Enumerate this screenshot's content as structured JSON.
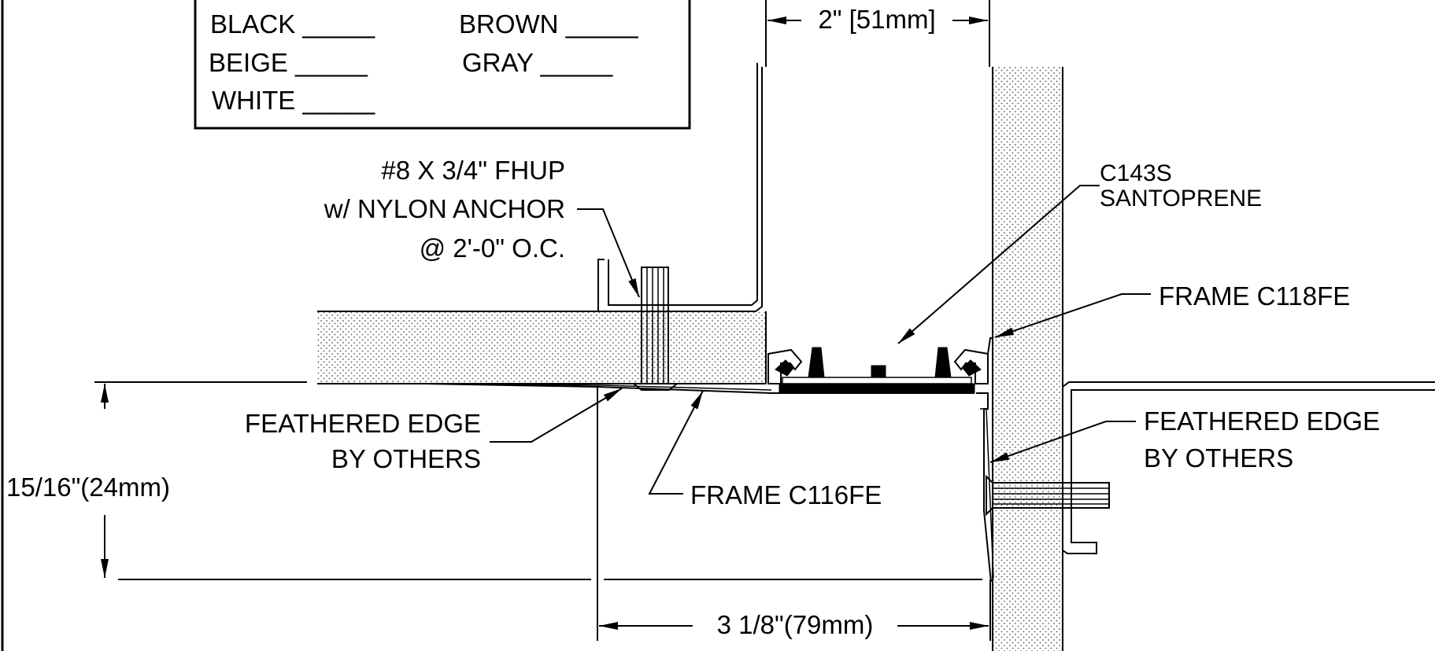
{
  "color_box": {
    "black": "BLACK _____",
    "brown": "BROWN _____",
    "beige": "BEIGE _____",
    "gray": "GRAY _____",
    "white": "WHITE _____"
  },
  "dimensions": {
    "top_width": "2\" [51mm]",
    "height": "15/16\"(24mm)",
    "bottom_width": "3 1/8\"(79mm)"
  },
  "callouts": {
    "screw_line1": "#8 X 3/4\" FHUP",
    "screw_line2": "w/ NYLON ANCHOR",
    "screw_line3": "@ 2'-0\" O.C.",
    "insert_line1": "C143S",
    "insert_line2": "SANTOPRENE",
    "frame_right": "FRAME C118FE",
    "feathered_left_line1": "FEATHERED EDGE",
    "feathered_left_line2": "BY OTHERS",
    "feathered_right_line1": "FEATHERED EDGE",
    "feathered_right_line2": "BY OTHERS",
    "frame_left": "FRAME C116FE"
  },
  "colors": {
    "line": "#000000",
    "background": "#ffffff",
    "concrete_dot": "#555555"
  }
}
